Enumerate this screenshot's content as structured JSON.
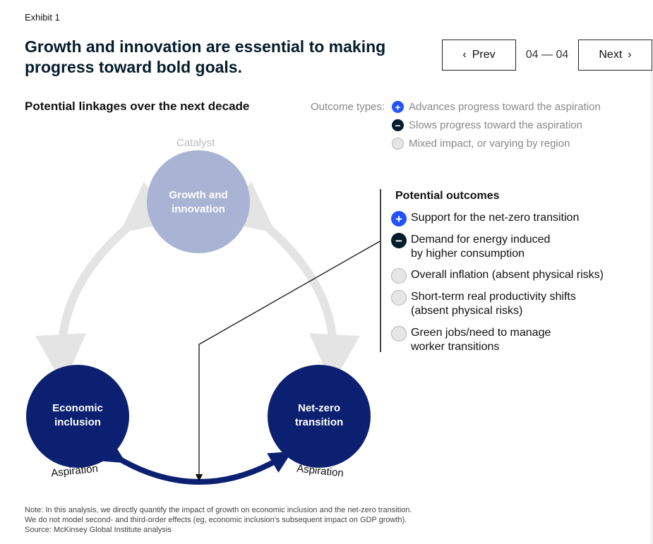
{
  "exhibit_label": "Exhibit 1",
  "title": "Growth and innovation are essential to making progress toward bold goals.",
  "nav": {
    "prev_label": "Prev",
    "next_label": "Next",
    "page_indicator": "04 — 04"
  },
  "subtitle": "Potential linkages over the next decade",
  "legend": {
    "label": "Outcome types:",
    "items": [
      {
        "symbol": "+",
        "text": "Advances progress toward the aspiration",
        "type": "positive"
      },
      {
        "symbol": "−",
        "text": "Slows progress toward the aspiration",
        "type": "negative"
      },
      {
        "symbol": "",
        "text": "Mixed impact, or varying by region",
        "type": "mixed"
      }
    ]
  },
  "diagram": {
    "catalyst_label": "Catalyst",
    "nodes": {
      "growth": {
        "line1": "Growth and",
        "line2": "innovation"
      },
      "economic": {
        "line1": "Economic",
        "line2": "inclusion"
      },
      "netzero": {
        "line1": "Net-zero",
        "line2": "transition"
      }
    },
    "aspiration_label": "Aspiration"
  },
  "outcomes": {
    "title": "Potential outcomes",
    "items": [
      {
        "symbol": "+",
        "type": "positive",
        "text": "Support for the net-zero transition"
      },
      {
        "symbol": "−",
        "type": "negative",
        "text": "Demand for energy induced by higher consumption"
      },
      {
        "symbol": "",
        "type": "mixed",
        "text": "Overall inflation (absent physical risks)"
      },
      {
        "symbol": "",
        "type": "mixed",
        "text": "Short-term real productivity shifts (absent physical risks)"
      },
      {
        "symbol": "",
        "type": "mixed",
        "text": "Green jobs/need to manage worker transitions"
      }
    ]
  },
  "footnote": {
    "line1": "Note: In this analysis, we directly quantify the impact of growth on economic inclusion and the net-zero transition.",
    "line2": "We do not model second- and third-order effects (eg, economic inclusion's subsequent impact on GDP growth).",
    "line3": "Source: McKinsey Global Institute analysis"
  },
  "colors": {
    "navy": "#051c2c",
    "deep_blue": "#0b2070",
    "light_circle": "#a9b4d4",
    "accent_blue": "#2251ff",
    "arrow_gray": "#e4e4e4"
  }
}
